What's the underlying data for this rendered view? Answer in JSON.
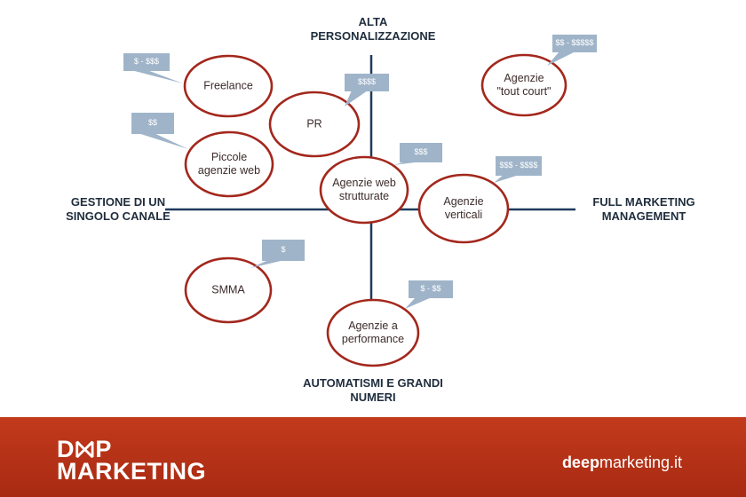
{
  "axes": {
    "top": "ALTA\nPERSONALIZZAZIONE",
    "bottom": "AUTOMATISMI E GRANDI\nNUMERI",
    "left": "GESTIONE DI UN\nSINGOLO CANALE",
    "right": "FULL MARKETING\nMANAGEMENT"
  },
  "nodes": [
    {
      "id": "freelance",
      "label": "Freelance",
      "price": "$ - $$$"
    },
    {
      "id": "pr",
      "label": "PR",
      "price": "$$$$"
    },
    {
      "id": "piccole",
      "label": "Piccole\nagenzie web",
      "price": "$$"
    },
    {
      "id": "strutturate",
      "label": "Agenzie web\nstrutturate",
      "price": "$$$"
    },
    {
      "id": "verticali",
      "label": "Agenzie\nverticali",
      "price": "$$$ - $$$$"
    },
    {
      "id": "tout-court",
      "label": "Agenzie\n\"tout court\"",
      "price": "$$ - $$$$$"
    },
    {
      "id": "smma",
      "label": "SMMA",
      "price": "$"
    },
    {
      "id": "performance",
      "label": "Agenzie a\nperformance",
      "price": "$ - $$"
    }
  ],
  "colors": {
    "axis": "#1f3a5c",
    "ellipse_stroke": "#a3271c",
    "tag_fill": "#9fb4c9",
    "footer": "#b3301a"
  },
  "footer": {
    "logo_line1": "D⨝P",
    "logo_line2": "MARKETING",
    "site_bold": "deep",
    "site_rest": "marketing.it"
  }
}
